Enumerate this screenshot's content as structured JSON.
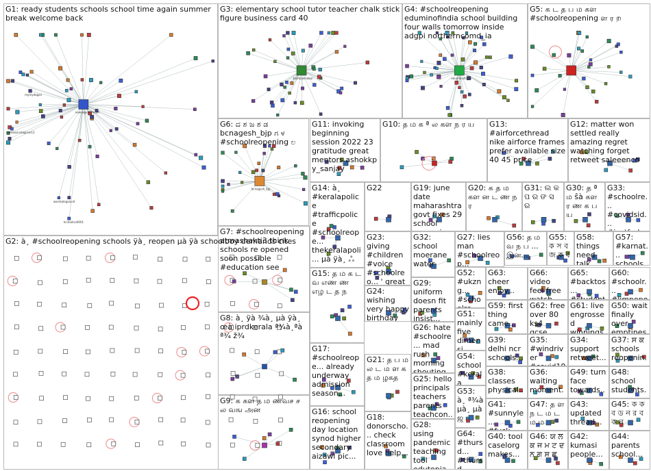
{
  "groups": [
    {
      "id": "G1",
      "label": "G1: ready students schools school time again summer break welcome back",
      "hub": "newsagencyhead",
      "nodes": [
        "wardsalegalunit",
        "mymydagan",
        "edmansinstagram12",
        "hcimatics0001"
      ],
      "color": "#3355cc"
    },
    {
      "id": "G2",
      "label": "G2: à¸ #schoolreopening schools ÿà¸ reopen µà ÿà schoolboy demands cites",
      "color": "#cc3333"
    },
    {
      "id": "G3",
      "label": "G3: elementary school tutor teacher chalk stick figure business card 40",
      "hub": "bombaikhabar",
      "color": "#338833"
    },
    {
      "id": "G4",
      "label": "G4: #schoolreopening eduminofindia school building four walls tomorrow inside adgpi northerncomd_ia",
      "hub": "edumiinofindia",
      "color": "#22aa44"
    },
    {
      "id": "G5",
      "label": "G5: க ட த ப ம கள #schoolreopening ள ர ற",
      "color": "#cc2222"
    },
    {
      "id": "G6",
      "label": "G6: ದ ಶ ಜ ಶ ಡ bcnagesh_bjp ಗ ಳ #schoolreopening ಲ",
      "hub": "bcnagesh_bjp",
      "color": "#dd8833"
    },
    {
      "id": "G7",
      "label": "G7: #schoolreopening atmashakti3 think schools re opened soon possible #education see",
      "hub": "atmashakti3",
      "color": "#aa8822"
    },
    {
      "id": "G8",
      "label": "G8: à¸ ÿà ¾à¸ µà ÿà¸ œà iprdkerala ª¾à¸ªà ª¾ ž¾",
      "color": "#2255aa"
    },
    {
      "id": "G9",
      "label": "G9: க கள த ம ணவச ச ல வங அன",
      "color": "#aa33aa"
    },
    {
      "id": "G10",
      "label": "G10: த ம க ª ல கள ந ர ய",
      "color": "#cc2222"
    },
    {
      "id": "G11",
      "label": "G11: invoking beginning session 2022 23 gratitude great mentors ashokkp y_sanjay",
      "color": "#3366aa"
    },
    {
      "id": "G12",
      "label": "G12: matter won settled really amazing regret watching forget retweet saleeenco",
      "color": "#3366aa"
    },
    {
      "id": "G13",
      "label": "G13: #airforcethread nike airforce frames prefer available size 40 45 price",
      "color": "#3366aa"
    },
    {
      "id": "G14",
      "label": "G14: à¸ #keralapolice #trafficpolice #schoolreope... thekeralapoli... µà ÿà¸ ஃ",
      "color": "#3366aa"
    },
    {
      "id": "G15",
      "label": "G15: த ம க ட வ எண ண எழ ட த ந",
      "color": "#3366aa"
    },
    {
      "id": "G16",
      "label": "G16: school reopening day location synod higher secondary aizawl pic...",
      "color": "#3366aa"
    },
    {
      "id": "G17",
      "label": "G17: #schoolreope... already underway admission season...",
      "color": "#3366aa"
    },
    {
      "id": "G18",
      "label": "G18: donorscho... check classroom love help...",
      "color": "#3366aa"
    },
    {
      "id": "G19",
      "label": "G19: june date maharashtra govt fixes 29 school reopening...",
      "color": "#3366aa"
    },
    {
      "id": "G20",
      "label": "G20: க த ம கள ன ட ண ந ர",
      "color": "#3366aa"
    },
    {
      "id": "G21",
      "label": "G21: த ப ம ல ட ம ள க த ம ழகத",
      "color": "#3366aa"
    },
    {
      "id": "G22",
      "label": "G22",
      "color": "#3366aa"
    },
    {
      "id": "G23",
      "label": "G23: giving #children #voice #schoolreo... ' great opportunity...",
      "color": "#3366aa"
    },
    {
      "id": "G24",
      "label": "G24: wishing very happy birthday baazigar girl theshilpas...",
      "color": "#3366aa"
    },
    {
      "id": "G25",
      "label": "G25: hello principals teachers parents teachcon...",
      "color": "#3366aa"
    },
    {
      "id": "G26",
      "label": "G26: hate #schoolre... mad rush morning shouting...",
      "color": "#3366aa"
    },
    {
      "id": "G27",
      "label": "G27: lies man #schoolreop... #schoolsreo... #room402...",
      "color": "#3366aa"
    },
    {
      "id": "G28",
      "label": "G28: using pandemic teaching tool edutopia...",
      "color": "#3366aa"
    },
    {
      "id": "G29",
      "label": "G29: uniform doesn fit parents insist...",
      "color": "#3366aa"
    },
    {
      "id": "G30",
      "label": "G30: த ª ம ŝà கள ர ண க ப ய",
      "color": "#3366aa"
    },
    {
      "id": "G31",
      "label": "G31: ଲ କ ପ ର ଙ ସ ର",
      "color": "#3366aa"
    },
    {
      "id": "G32",
      "label": "G32: school moerane water",
      "color": "#3366aa"
    },
    {
      "id": "G33",
      "label": "G33: #schoolre... #covidsid... #justforla... twitterindia",
      "color": "#3366aa"
    },
    {
      "id": "G34",
      "label": "G34: support retweet...",
      "color": "#3366aa"
    },
    {
      "id": "G35",
      "label": "G35: #windriver #covid19...",
      "color": "#3366aa"
    },
    {
      "id": "G36",
      "label": "G36: waiting moment...",
      "color": "#3366aa"
    },
    {
      "id": "G37",
      "label": "G37: ਸ ਕ schools reopenin...",
      "color": "#3366aa"
    },
    {
      "id": "G38",
      "label": "G38: classes physical...",
      "color": "#3366aa"
    },
    {
      "id": "G39",
      "label": "G39: delhi ncr schools...",
      "color": "#3366aa"
    },
    {
      "id": "G40",
      "label": "G40: tool caselorg makes...",
      "color": "#3366aa"
    },
    {
      "id": "G41",
      "label": "G41: #sunnyle... #fuck...",
      "color": "#3366aa"
    },
    {
      "id": "G42",
      "label": "G42: kumasi people...",
      "color": "#3366aa"
    },
    {
      "id": "G43",
      "label": "G43: updated thread...",
      "color": "#3366aa"
    },
    {
      "id": "G44",
      "label": "G44: parents school...",
      "color": "#3366aa"
    },
    {
      "id": "G45",
      "label": "G45: ক ক ব ড ন র ব ক ন",
      "color": "#3366aa"
    },
    {
      "id": "G46",
      "label": "G46: ਯ ਲ ਕ ਜ ਮ ਟ ਦ ਨ ਗ ਸ ਛ",
      "color": "#3366aa"
    },
    {
      "id": "G47",
      "label": "G47: த ள ந ட ம ட ம ம",
      "color": "#3366aa"
    },
    {
      "id": "G48",
      "label": "G48: school students...",
      "color": "#3366aa"
    },
    {
      "id": "G49",
      "label": "G49: turn face towards...",
      "color": "#3366aa"
    },
    {
      "id": "G50",
      "label": "G50: wait finally over emptines...",
      "color": "#3366aa"
    },
    {
      "id": "G51",
      "label": "G51: mainly five dimensi...",
      "color": "#3366aa"
    },
    {
      "id": "G52",
      "label": "G52: #ukzng... #schoolre... #lockdo...",
      "color": "#3366aa"
    },
    {
      "id": "G53",
      "label": "G53: à¸ ª¾à µà¸ µà ஜ",
      "color": "#3366aa"
    },
    {
      "id": "G54",
      "label": "G54: school #kerala mathru...",
      "color": "#3366aa"
    },
    {
      "id": "G55",
      "label": "G55: ক স ব জ ক ব",
      "color": "#3366aa"
    },
    {
      "id": "G56",
      "label": "G56: த ம வ ந ப ... இன...",
      "color": "#3366aa"
    },
    {
      "id": "G57",
      "label": "G57: #karnat... schools reopen...",
      "color": "#3366aa"
    },
    {
      "id": "G58",
      "label": "G58: things need talk pediatri...",
      "color": "#3366aa"
    },
    {
      "id": "G59",
      "label": "G59: first thing came...",
      "color": "#3366aa"
    },
    {
      "id": "G60",
      "label": "G60: #schoolr... #limpopo...",
      "color": "#3366aa"
    },
    {
      "id": "G61",
      "label": "G61: live engrossed winnings...",
      "color": "#3366aa"
    },
    {
      "id": "G62",
      "label": "G62: free over 80 ks4 gcse...",
      "color": "#3366aa"
    },
    {
      "id": "G63",
      "label": "G63: cheer enjoy...",
      "color": "#3366aa"
    },
    {
      "id": "G64",
      "label": "G64: #thursd... #thursd... #thursd...",
      "color": "#3366aa"
    },
    {
      "id": "G65",
      "label": "G65: #backtos... #student...",
      "color": "#3366aa"
    },
    {
      "id": "G66",
      "label": "G66: video feel free watch...",
      "color": "#3366aa"
    }
  ]
}
